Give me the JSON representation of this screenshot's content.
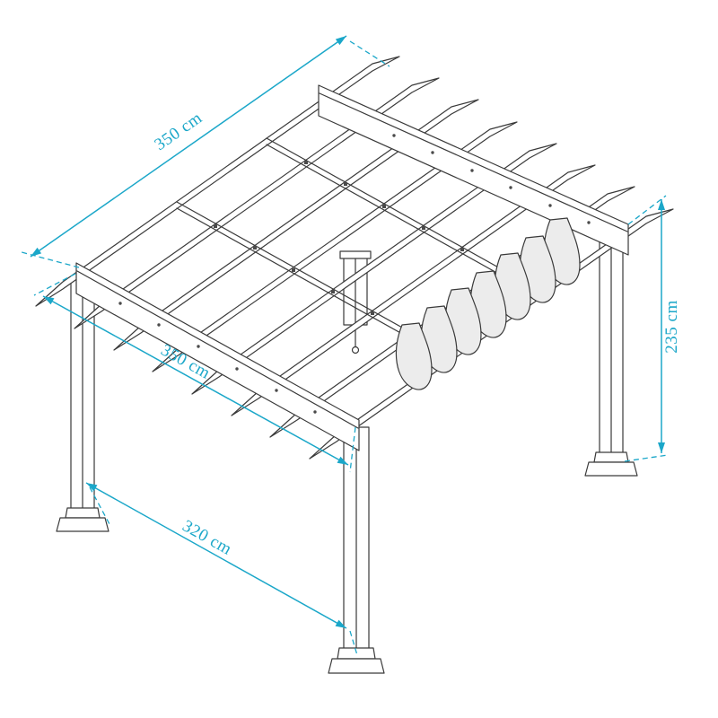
{
  "figure": {
    "name": "pergola-isometric-line-drawing",
    "subject": "louvered pergola with retractable canopy, four posts, dimension callouts"
  },
  "colors": {
    "dimension": "#1BA7C9",
    "line": "#3A3A3A",
    "canopy_fill": "#ECECEC",
    "background": "#FFFFFF"
  },
  "dimensions": {
    "roof_width_top": "350 cm",
    "roof_depth_left": "350 cm",
    "height_right": "235 cm",
    "post_spacing_bottom": "320 cm"
  }
}
